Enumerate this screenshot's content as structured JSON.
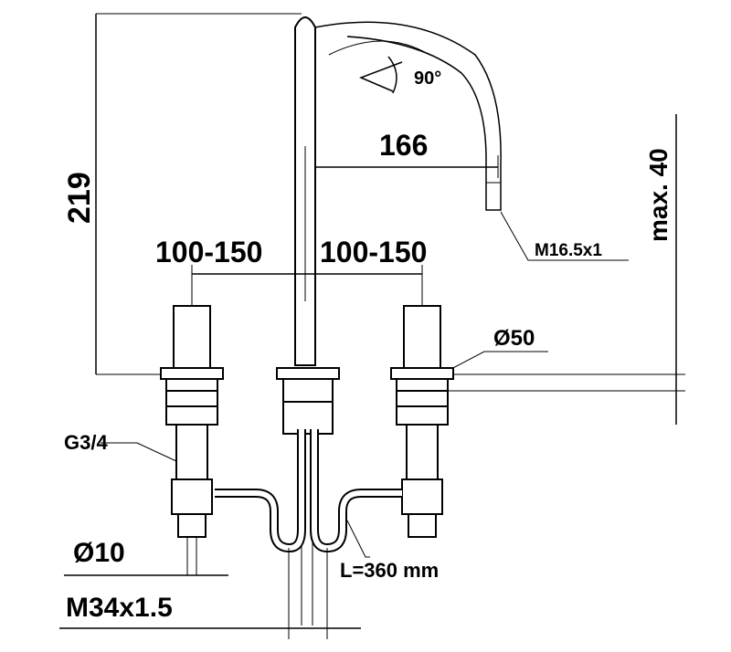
{
  "dimensions": {
    "height": "219",
    "spacing_left": "100-150",
    "spacing_right": "100-150",
    "projection": "166",
    "swivel_angle": "90°",
    "max_thickness": "max. 40",
    "aerator_thread": "M16.5x1",
    "flange_diameter": "Ø50",
    "connection_thread": "G3/4",
    "pipe_diameter": "Ø10",
    "mount_thread": "M34x1.5",
    "hose_length": "L=360 mm"
  }
}
